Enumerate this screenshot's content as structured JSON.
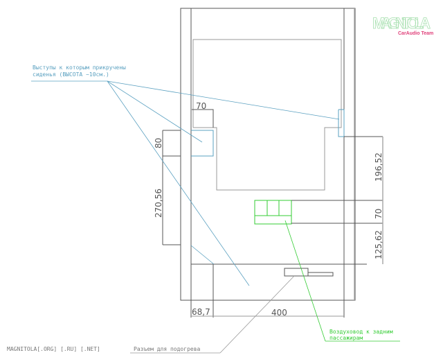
{
  "logo": {
    "brand": "MAGNITOLA",
    "tagline": "CarAudio Team"
  },
  "annotations": {
    "mounts_line1": "Выступы к которым прикручены",
    "mounts_line2": "сиденья (ВЫСОТА ~10см.)",
    "duct_line1": "Воздуховод к задним",
    "duct_line2": "пассажирам",
    "heater": "Разъем для подогрева",
    "site": "MAGNITOLA[.ORG] [.RU] [.NET]"
  },
  "dimensions": {
    "bracket_width": "70",
    "bracket_height": "80",
    "left_height": "270,56",
    "right_upper": "196,52",
    "duct_height": "70",
    "right_lower": "125,62",
    "left_offset": "68,7",
    "width": "400"
  },
  "colors": {
    "line": "#555555",
    "leader_blue": "#5aa0c0",
    "green": "#33cc33",
    "logo_pink": "#e0407a"
  }
}
